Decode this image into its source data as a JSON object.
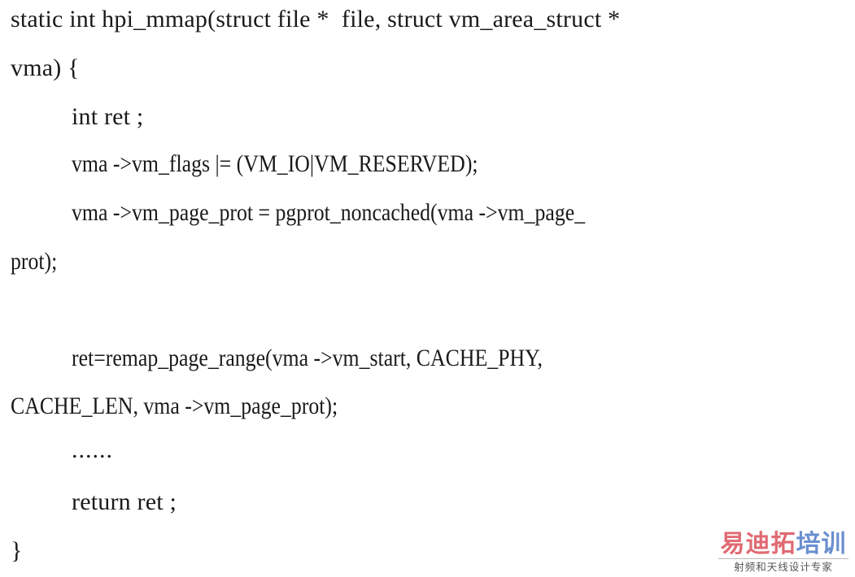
{
  "code": {
    "lines": [
      "static int hpi_mmap(struct file *  file, struct vm_area_struct *",
      "vma) {",
      "int ret ;",
      "vma ->vm_flags |= (VM_IO|VM_RESERVED);",
      "vma ->vm_page_prot = pgprot_noncached(vma ->vm_page_",
      "prot);",
      "ret=remap_page_range(vma ->vm_start, CACHE_PHY,",
      "CACHE_LEN, vma ->vm_page_prot);",
      "......",
      "return ret ;",
      "}"
    ]
  },
  "watermark": {
    "title_part1": "易迪拓",
    "title_part2": "培训",
    "subtitle": "射频和天线设计专家",
    "colors": {
      "red": "#e06a72",
      "blue": "#6a8fd0"
    }
  }
}
